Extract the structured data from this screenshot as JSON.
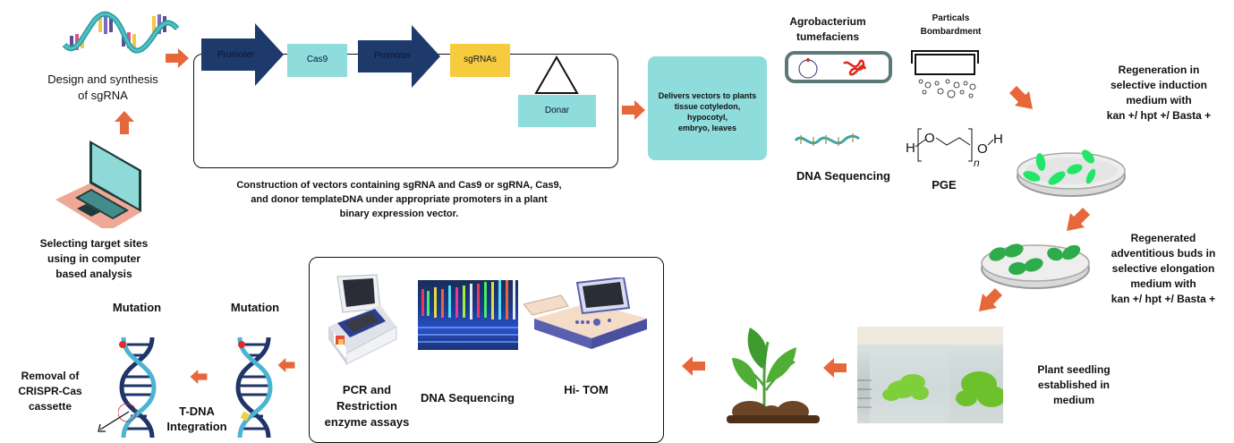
{
  "colors": {
    "arrow": "#e8673a",
    "promoter": "#1e3a6b",
    "cas9": "#8fdcdc",
    "sgrna": "#f6cb3e",
    "donor": "#8fdcdc",
    "delivery_box": "#8fdcdc",
    "dna_dark": "#1f3468",
    "dna_light": "#4bb3d3",
    "leaf_bright": "#22e66a",
    "leaf_green": "#2eac4c"
  },
  "steps": {
    "design": {
      "label": "Design and synthesis\nof sgRNA",
      "icon": "dna-helix-icon"
    },
    "selecting": {
      "label": "Selecting target sites\nusing in computer\nbased analysis",
      "icon": "laptop-icon"
    },
    "construct": {
      "elements": [
        {
          "type": "promoter",
          "label": "Promoter"
        },
        {
          "type": "gene",
          "label": "Cas9"
        },
        {
          "type": "promoter",
          "label": "Promoter"
        },
        {
          "type": "gene",
          "label": "sgRNAs"
        },
        {
          "type": "donor",
          "label": "Donar"
        }
      ],
      "caption": "Construction of vectors containing sgRNA and Cas9 or sgRNA, Cas9,\nand donor templateDNA under appropriate promoters in a plant\nbinary expression vector."
    },
    "delivery": {
      "label": "Delivers vectors to  plants\ntissue cotyledon,\nhypocotyl,\nembryo, leaves"
    },
    "methods": {
      "agrobacterium": "Agrobacterium\ntumefaciens",
      "bombardment": "Particals\nBombardment",
      "dna_sequencing": "DNA Sequencing",
      "peg": "PGE",
      "peg_formula": {
        "h_left": "H",
        "o_left": "O",
        "o_right": "O",
        "h_right": "H",
        "n": "n"
      }
    },
    "regeneration": {
      "label": "Regeneration in\nselective induction\nmedium with\nkan +/ hpt +/ Basta +"
    },
    "regenerated_buds": {
      "label": "Regenerated\nadventitious buds in\nselective elongation\nmedium with\nkan +/ hpt +/ Basta +"
    },
    "seedling": {
      "label": "Plant seedling\nestablished in\nmedium"
    },
    "analysis": {
      "items": [
        {
          "label": "PCR and\nRestriction\nenzyme assays",
          "icon": "thermal-cycler-icon"
        },
        {
          "label": "DNA Sequencing",
          "icon": "sequencing-gel-image"
        },
        {
          "label": "Hi- TOM",
          "icon": "sequencer-machine-icon"
        }
      ]
    },
    "mutation_right": {
      "label": "Mutation"
    },
    "tdna": {
      "label": "T-DNA\nIntegration"
    },
    "mutation_left": {
      "label": "Mutation"
    },
    "removal": {
      "label": "Removal of\nCRISPR-Cas\ncassette"
    }
  }
}
